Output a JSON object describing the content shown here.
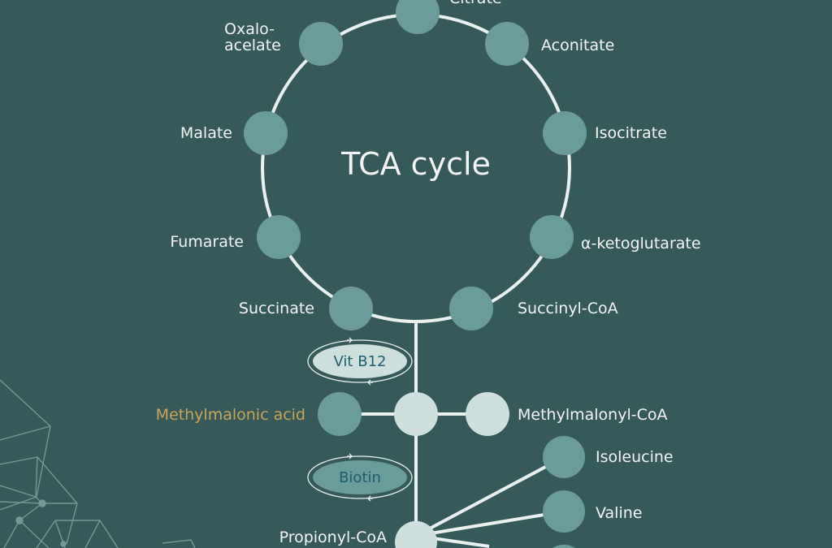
{
  "colors": {
    "background": "#355a59",
    "node_dark": "#6b9b9b",
    "node_light": "#cde0dd",
    "line": "#e8f1f0",
    "label": "#f2f5f4",
    "highlight_label": "#c9a55a",
    "cofactor_text": "#1e5c6e",
    "decor_lines": "#7fa3a0"
  },
  "title": "TCA cycle",
  "cycle_nodes": [
    {
      "id": "citrate",
      "label": "Citrate"
    },
    {
      "id": "aconitate",
      "label": "Aconitate"
    },
    {
      "id": "isocitrate",
      "label": "Isocitrate"
    },
    {
      "id": "alpha-ketoglutarate",
      "label": "α-ketoglutarate"
    },
    {
      "id": "succinyl-coa",
      "label": "Succinyl-CoA"
    },
    {
      "id": "succinate",
      "label": "Succinate"
    },
    {
      "id": "fumarate",
      "label": "Fumarate"
    },
    {
      "id": "malate",
      "label": "Malate"
    },
    {
      "id": "oxaloacetate",
      "label_line1": "Oxalo-",
      "label_line2": "acelate"
    }
  ],
  "cofactors": [
    {
      "id": "vit-b12",
      "label": "Vit B12"
    },
    {
      "id": "biotin",
      "label": "Biotin"
    }
  ],
  "pathway_nodes": {
    "methylmalonic_acid": "Methylmalonic acid",
    "methylmalonyl_coa": "Methylmalonyl-CoA",
    "propionyl_coa": "Propionyl-CoA"
  },
  "amino_acids": [
    {
      "id": "isoleucine",
      "label": "Isoleucine"
    },
    {
      "id": "valine",
      "label": "Valine"
    }
  ]
}
